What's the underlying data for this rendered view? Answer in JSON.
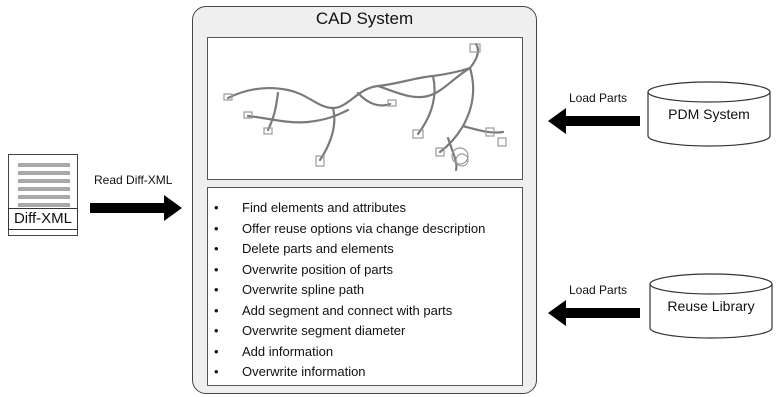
{
  "diff_doc": {
    "label": "Diff-XML"
  },
  "read_arrow": {
    "label": "Read Diff-XML"
  },
  "cad": {
    "title": "CAD System",
    "operations": [
      "Find elements and attributes",
      "Offer reuse options via change description",
      "Delete parts and elements",
      "Overwrite position of parts",
      "Overwrite spline path",
      "Add segment and connect with parts",
      "Overwrite segment diameter",
      "Add information",
      "Overwrite information"
    ]
  },
  "pdm": {
    "label": "PDM System",
    "arrow_label": "Load Parts"
  },
  "reuse": {
    "label": "Reuse Library",
    "arrow_label": "Load Parts"
  }
}
